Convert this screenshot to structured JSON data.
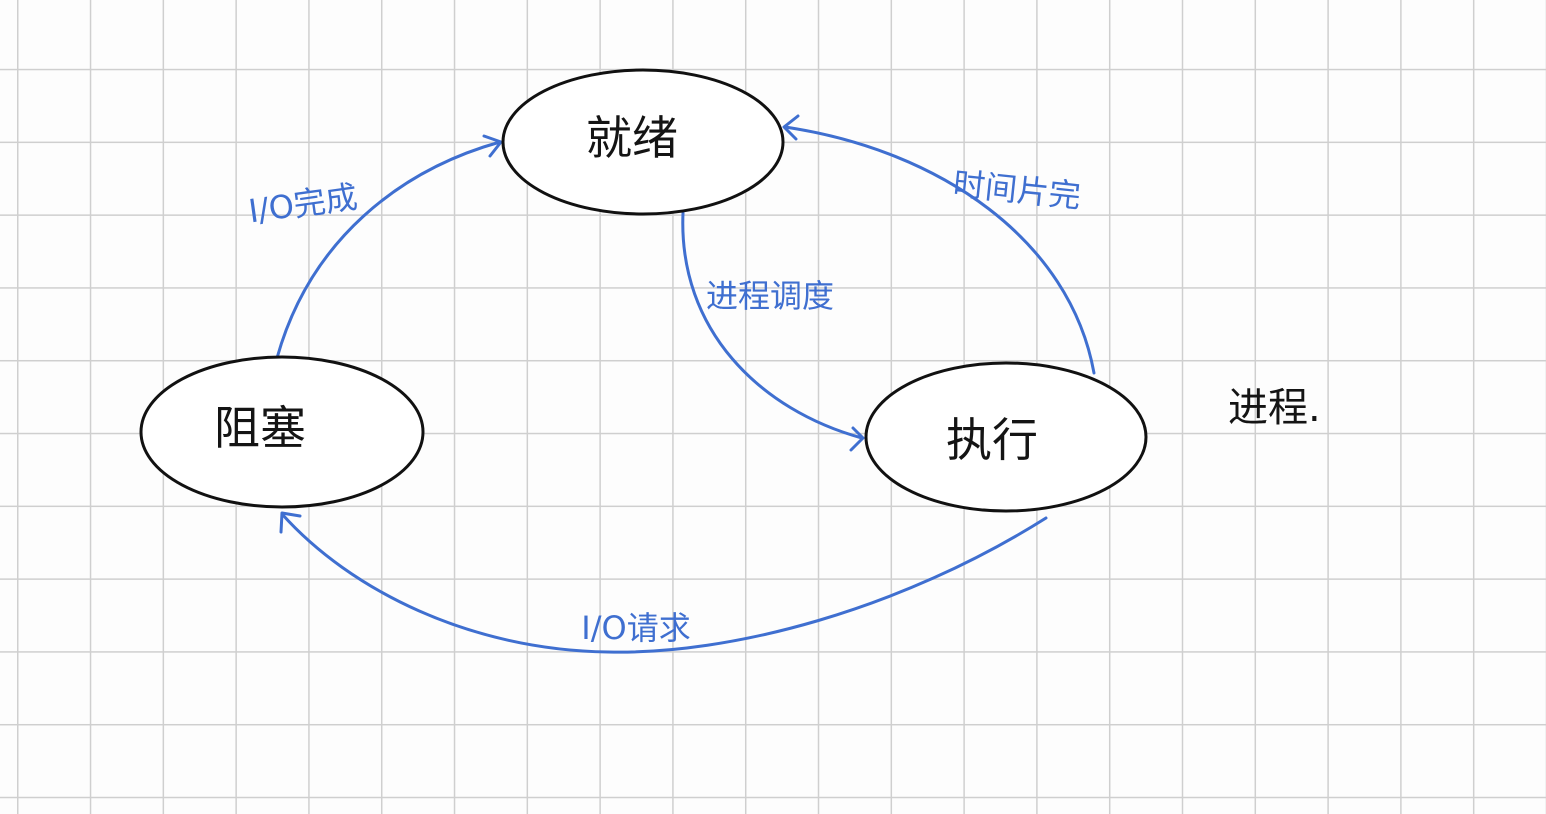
{
  "diagram": {
    "edge_color": "#3f6fd0",
    "nodes": [
      {
        "id": "ready",
        "label": "就绪"
      },
      {
        "id": "blocked",
        "label": "阻塞"
      },
      {
        "id": "running",
        "label": "执行"
      }
    ],
    "edges": [
      {
        "id": "io-complete",
        "from": "blocked",
        "to": "ready",
        "label": "I/O完成"
      },
      {
        "id": "schedule",
        "from": "ready",
        "to": "running",
        "label": "进程调度"
      },
      {
        "id": "time-slice",
        "from": "running",
        "to": "ready",
        "label": "时间片完"
      },
      {
        "id": "io-request",
        "from": "running",
        "to": "blocked",
        "label": "I/O请求"
      }
    ],
    "side_note": "进程."
  }
}
